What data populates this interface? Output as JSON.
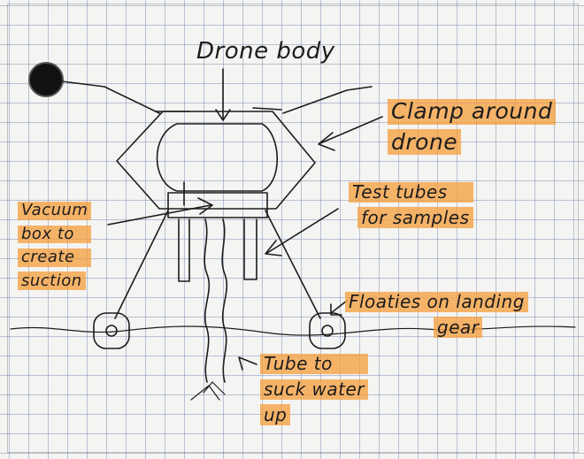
{
  "colors": {
    "paper": "#f4f4f2",
    "grid": "#7d8fb0",
    "ink": "#1c1c1c",
    "highlighter": "#f5a041"
  },
  "labels": {
    "drone_body": "Drone body",
    "clamp_line1": "Clamp around",
    "clamp_line2": "drone",
    "test_tubes_line1": "Test tubes",
    "test_tubes_line2": "for samples",
    "vacuum_line1": "Vacuum",
    "vacuum_line2": "box to",
    "vacuum_line3": "create",
    "vacuum_line4": "suction",
    "floaties_line1": "Floaties on landing",
    "floaties_line2": "gear",
    "tube_line1": "Tube to",
    "tube_line2": "suck water",
    "tube_line3": "up"
  }
}
